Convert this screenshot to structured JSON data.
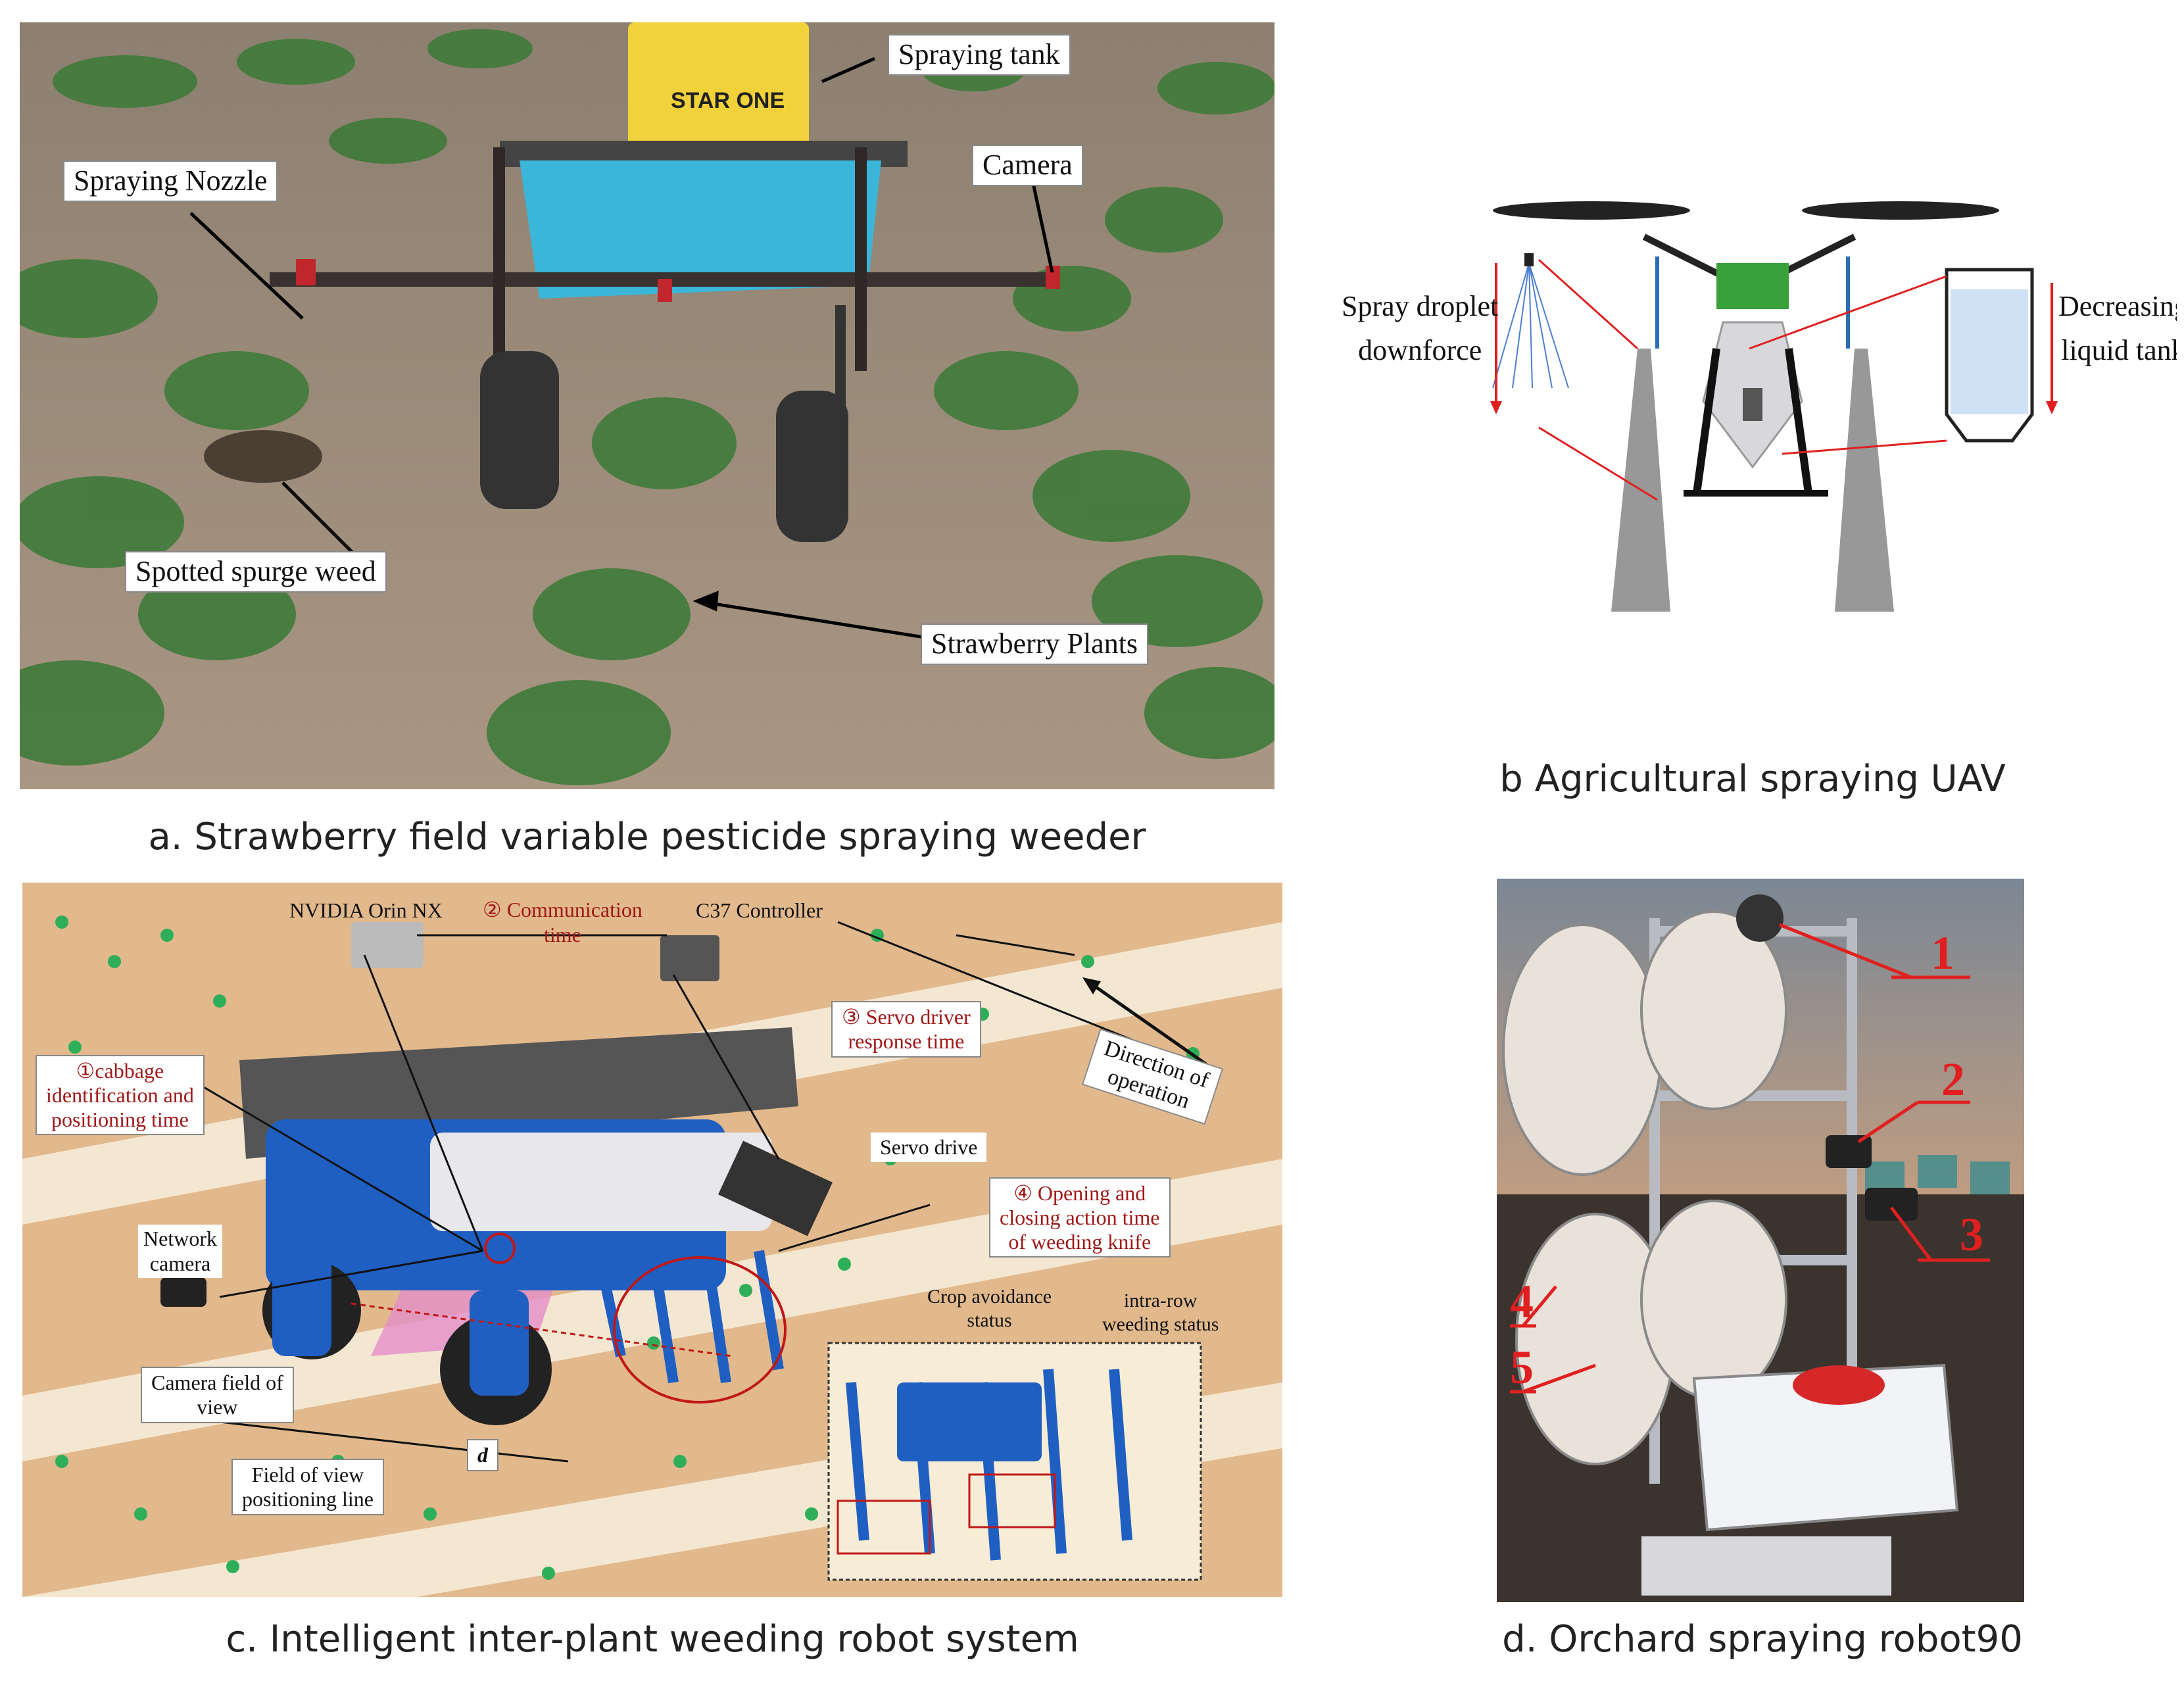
{
  "panel_a": {
    "caption": "a. Strawberry field variable pesticide spraying weeder",
    "labels": {
      "spraying_tank": "Spraying tank",
      "camera": "Camera",
      "spraying_nozzle": "Spraying Nozzle",
      "spotted_spurge_weed": "Spotted spurge weed",
      "strawberry_plants": "Strawberry Plants"
    },
    "tank_brand": "STAR ONE"
  },
  "panel_b": {
    "caption": "b Agricultural spraying UAV",
    "labels": {
      "spray_droplet_line1": "Spray droplet",
      "spray_droplet_line2": "downforce",
      "decreasing_line1": "Decreasing",
      "decreasing_line2": "liquid tank"
    }
  },
  "panel_c": {
    "caption": "c. Intelligent inter-plant weeding robot system",
    "labels": {
      "nvidia": "NVIDIA Orin NX",
      "comm_line1": "② Communication",
      "comm_line2": "time",
      "c37": "C37 Controller",
      "servo_resp_line1": "③ Servo driver",
      "servo_resp_line2": "response time",
      "direction_line1": "Direction of",
      "direction_line2": "operation",
      "cabbage_line1": "①cabbage",
      "cabbage_line2": "identification and",
      "cabbage_line3": "positioning time",
      "servo_drive": "Servo drive",
      "opening_line1": "④ Opening and",
      "opening_line2": "closing action time",
      "opening_line3": "of weeding knife",
      "network_line1": "Network",
      "network_line2": "camera",
      "crop_line1": "Crop avoidance",
      "crop_line2": "status",
      "intra_line1": "intra-row",
      "intra_line2": "weeding status",
      "camera_fov_line1": "Camera field of",
      "camera_fov_line2": "view",
      "fov_line1": "Field of view",
      "fov_line2": "positioning line",
      "d": "d"
    }
  },
  "panel_d": {
    "caption": "d. Orchard spraying robot90",
    "labels": [
      "1",
      "2",
      "3",
      "4",
      "5"
    ]
  },
  "colors": {
    "soil": "#9c8a76",
    "field_stripe": "#e2b98c",
    "robot_blue": "#1f5fc2",
    "uav_green": "#3aa03a",
    "label_red": "#a01818"
  }
}
